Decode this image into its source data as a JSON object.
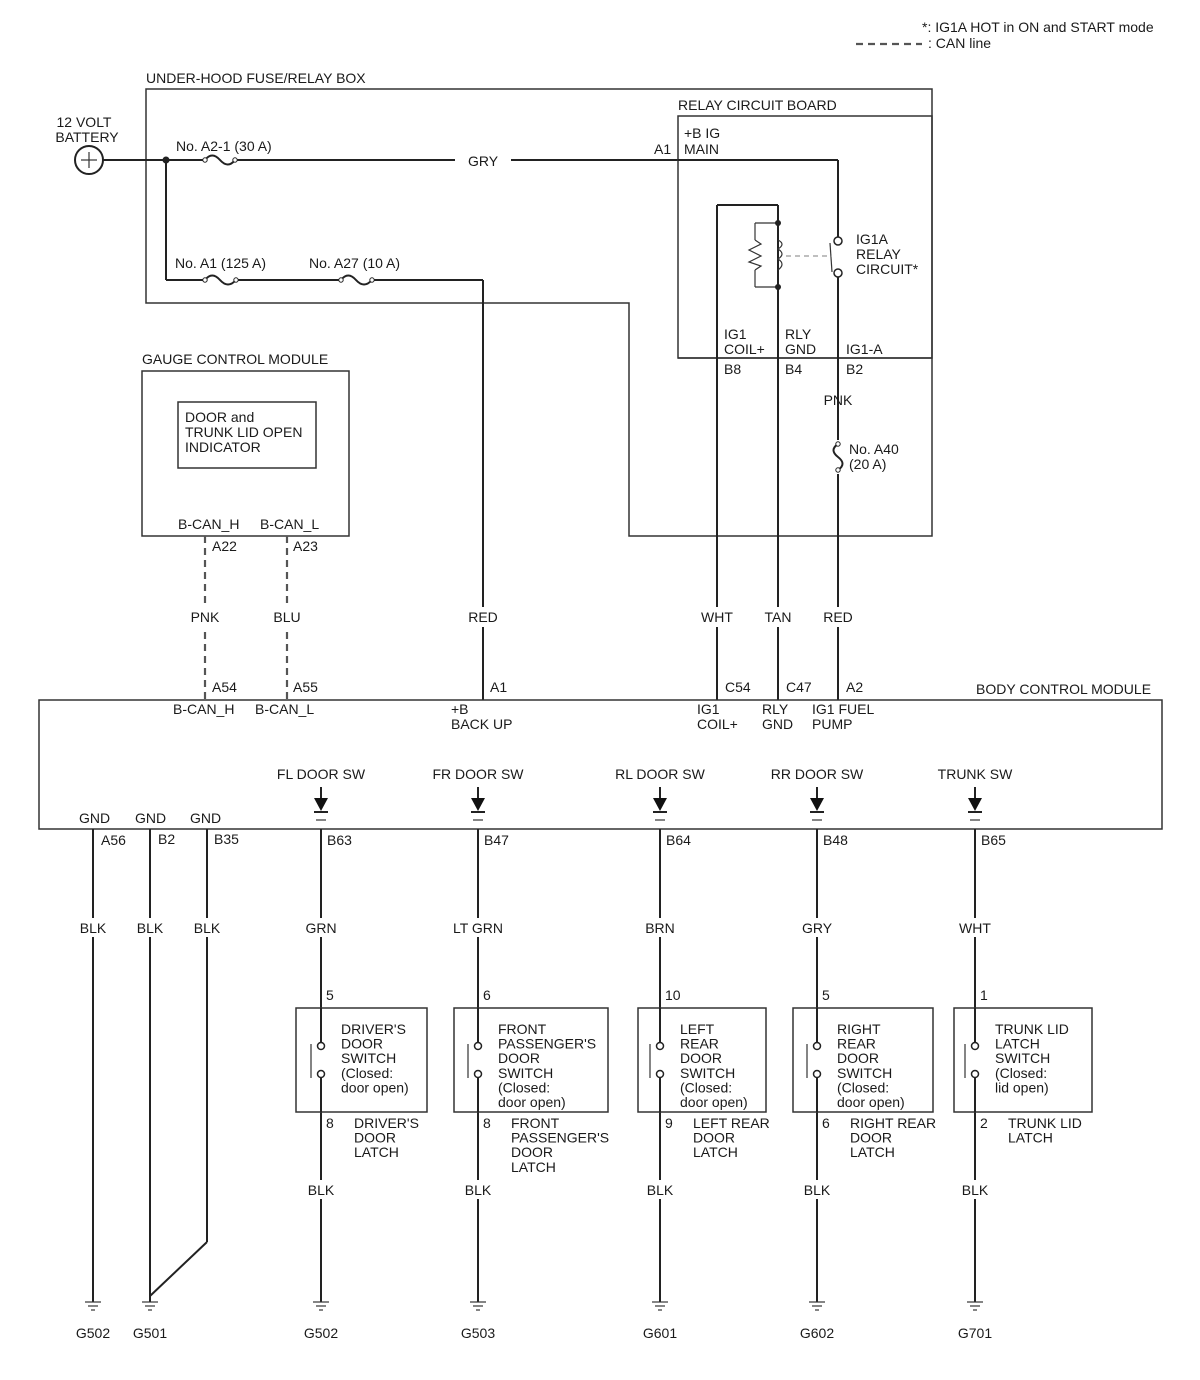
{
  "legend": {
    "ig1a_note": "*: IG1A HOT in ON and START mode",
    "can_line": ": CAN line"
  },
  "battery": {
    "line1": "12 VOLT",
    "line2": "BATTERY"
  },
  "fuse_box": {
    "title": "UNDER-HOOD FUSE/RELAY BOX",
    "fuse_a2_1": "No. A2-1 (30 A)",
    "fuse_a1": "No. A1 (125 A)",
    "fuse_a27": "No. A27 (10 A)",
    "wire_gry": "GRY"
  },
  "relay_board": {
    "title": "RELAY CIRCUIT BOARD",
    "pin_a1": "A1",
    "b_ig_1": "+B IG",
    "b_ig_2": "MAIN",
    "relay_1": "IG1A",
    "relay_2": "RELAY",
    "relay_3": "CIRCUIT*",
    "ig1_coil_1": "IG1",
    "ig1_coil_2": "COIL+",
    "rly_gnd_1": "RLY",
    "rly_gnd_2": "GND",
    "ig1a": "IG1-A",
    "pin_b8": "B8",
    "pin_b4": "B4",
    "pin_b2": "B2",
    "wire_pnk": "PNK",
    "fuse_a40_1": "No. A40",
    "fuse_a40_2": "(20 A)"
  },
  "gauge": {
    "title": "GAUGE CONTROL MODULE",
    "ind_1": "DOOR and",
    "ind_2": "TRUNK LID OPEN",
    "ind_3": "INDICATOR",
    "bcan_h": "B-CAN_H",
    "bcan_l": "B-CAN_L",
    "pin_a22": "A22",
    "pin_a23": "A23"
  },
  "mid_wires": {
    "pnk": "PNK",
    "blu": "BLU",
    "red1": "RED",
    "wht": "WHT",
    "tan": "TAN",
    "red2": "RED"
  },
  "bcm": {
    "title": "BODY CONTROL MODULE",
    "pin_a54": "A54",
    "pin_a55": "A55",
    "pin_a1": "A1",
    "pin_c54": "C54",
    "pin_c47": "C47",
    "pin_a2": "A2",
    "bcan_h": "B-CAN_H",
    "bcan_l": "B-CAN_L",
    "backup_1": "+B",
    "backup_2": "BACK UP",
    "coil_1": "IG1",
    "coil_2": "COIL+",
    "rly_1": "RLY",
    "rly_2": "GND",
    "fuel_1": "IG1 FUEL",
    "fuel_2": "PUMP",
    "gnd": "GND"
  },
  "grounds_left": [
    {
      "pin": "A56",
      "wire": "BLK",
      "ground": "G502"
    },
    {
      "pin": "B2",
      "wire": "BLK",
      "ground": "G501"
    },
    {
      "pin": "B35",
      "wire": "BLK",
      "ground": ""
    }
  ],
  "doors": [
    {
      "sw": "FL DOOR SW",
      "pin": "B63",
      "wire": "GRN",
      "top": "5",
      "bot": "8",
      "box": [
        "DRIVER'S",
        "DOOR",
        "SWITCH",
        "(Closed:",
        "door open)"
      ],
      "latch": [
        "DRIVER'S",
        "DOOR",
        "LATCH"
      ],
      "gwire": "BLK",
      "ground": "G502"
    },
    {
      "sw": "FR DOOR SW",
      "pin": "B47",
      "wire": "LT GRN",
      "top": "6",
      "bot": "8",
      "box": [
        "FRONT",
        "PASSENGER'S",
        "DOOR",
        "SWITCH",
        "(Closed:",
        "door open)"
      ],
      "latch": [
        "FRONT",
        "PASSENGER'S",
        "DOOR",
        "LATCH"
      ],
      "gwire": "BLK",
      "ground": "G503"
    },
    {
      "sw": "RL DOOR SW",
      "pin": "B64",
      "wire": "BRN",
      "top": "10",
      "bot": "9",
      "box": [
        "LEFT",
        "REAR",
        "DOOR",
        "SWITCH",
        "(Closed:",
        "door open)"
      ],
      "latch": [
        "LEFT REAR",
        "DOOR",
        "LATCH"
      ],
      "gwire": "BLK",
      "ground": "G601"
    },
    {
      "sw": "RR DOOR SW",
      "pin": "B48",
      "wire": "GRY",
      "top": "5",
      "bot": "6",
      "box": [
        "RIGHT",
        "REAR",
        "DOOR",
        "SWITCH",
        "(Closed:",
        "door open)"
      ],
      "latch": [
        "RIGHT REAR",
        "DOOR",
        "LATCH"
      ],
      "gwire": "BLK",
      "ground": "G602"
    },
    {
      "sw": "TRUNK SW",
      "pin": "B65",
      "wire": "WHT",
      "top": "1",
      "bot": "2",
      "box": [
        "TRUNK LID",
        "LATCH",
        "SWITCH",
        "(Closed:",
        "lid open)"
      ],
      "latch": [
        "TRUNK LID",
        "LATCH"
      ],
      "gwire": "BLK",
      "ground": "G701"
    }
  ]
}
